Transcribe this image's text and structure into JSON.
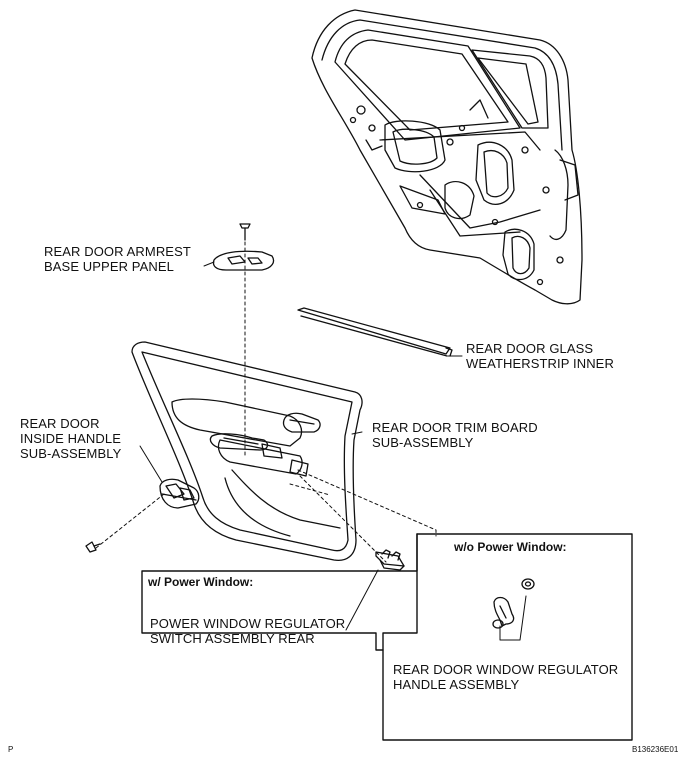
{
  "labels": {
    "armrest_panel": [
      "REAR DOOR ARMREST",
      "BASE UPPER PANEL"
    ],
    "glass_weatherstrip": [
      "REAR DOOR GLASS",
      "WEATHERSTRIP INNER"
    ],
    "inside_handle": [
      "REAR DOOR",
      "INSIDE HANDLE",
      "SUB-ASSEMBLY"
    ],
    "trim_board": [
      "REAR DOOR TRIM BOARD",
      "SUB-ASSEMBLY"
    ],
    "pw_switch": [
      "POWER WINDOW REGULATOR",
      "SWITCH ASSEMBLY REAR"
    ],
    "window_handle": [
      "REAR DOOR WINDOW REGULATOR",
      "HANDLE ASSEMBLY"
    ]
  },
  "boxes": {
    "with_power_window": "w/ Power Window:",
    "without_power_window": "w/o Power Window:"
  },
  "footer": {
    "left_mark": "P",
    "figure_id": "B136236E01"
  }
}
